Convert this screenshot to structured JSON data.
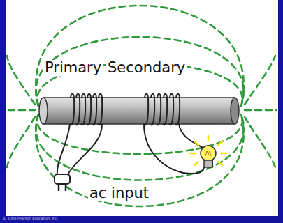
{
  "diagram": {
    "labels": [
      "Primary",
      "Secondary",
      "ac input",
      "© 2008 Pearson Education, Inc."
    ]
  }
}
